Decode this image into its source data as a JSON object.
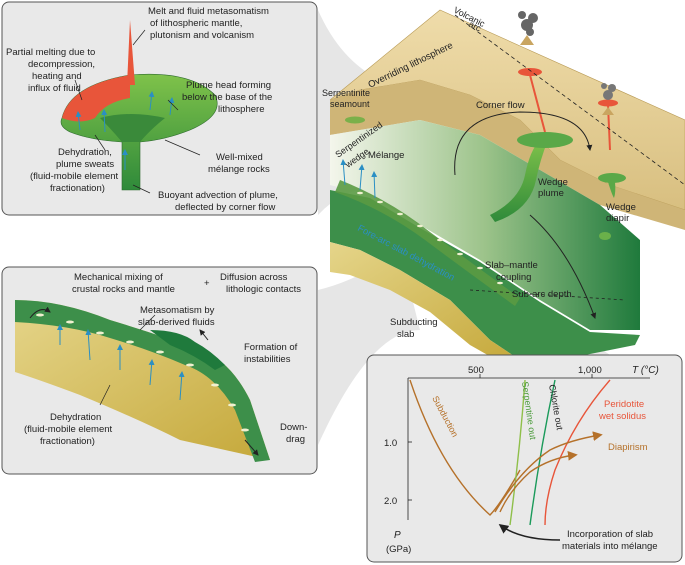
{
  "panel_top": {
    "melt_label": [
      "Melt and fluid metasomatism",
      "of lithospheric mantle,",
      "plutonism and volcanism"
    ],
    "partial_melting": [
      "Partial melting due to",
      "decompression,",
      "heating and",
      "influx of fluid"
    ],
    "plume_head": [
      "Plume head forming",
      "below the base of the",
      "lithosphere"
    ],
    "dehydration": [
      "Dehydration,",
      "plume sweats",
      "(fluid-mobile element",
      "fractionation)"
    ],
    "well_mixed": [
      "Well-mixed",
      "mélange rocks"
    ],
    "buoyant": [
      "Buoyant advection of plume,",
      "deflected by corner flow"
    ]
  },
  "panel_mid": {
    "mechanical": [
      "Mechanical mixing of",
      "crustal rocks and mantle"
    ],
    "plus": "+",
    "diffusion": [
      "Diffusion across",
      "lithologic contacts"
    ],
    "metasomatism": [
      "Metasomatism by",
      "slab-derived fluids"
    ],
    "instabilities": [
      "Formation of",
      "instabilities"
    ],
    "dehydration": [
      "Dehydration",
      "(fluid-mobile element",
      "fractionation)"
    ],
    "downdrag": [
      "Down-",
      "drag"
    ]
  },
  "main": {
    "volcanic_arc": [
      "Volcanic",
      "arc"
    ],
    "overriding": "Overriding lithosphere",
    "serpentinite_seamount": [
      "Serpentinite",
      "seamount"
    ],
    "serpentinized_wedge": [
      "Serpentinized",
      "wedge"
    ],
    "corner_flow": "Corner flow",
    "melange": "Mélange",
    "wedge_plume": [
      "Wedge",
      "plume"
    ],
    "wedge_diapir": [
      "Wedge",
      "diapir"
    ],
    "forearc": "Fore-arc slab dehydration",
    "coupling": [
      "Slab–mantle",
      "coupling"
    ],
    "subarc": "Sub-arc depth",
    "subducting": [
      "Subducting",
      "slab"
    ]
  },
  "chart_data": {
    "type": "line",
    "x_label": "T (°C)",
    "y_label": [
      "P",
      "(GPa)"
    ],
    "x_ticks": [
      "500",
      "1,000"
    ],
    "y_ticks": [
      "1.0",
      "2.0"
    ],
    "series": [
      {
        "name": "Subduction",
        "color": "#b5712a"
      },
      {
        "name": "Serpentine out",
        "color": "#8fbf4a"
      },
      {
        "name": "Chlorite out",
        "color": "#1a9a5a"
      },
      {
        "name": "Peridotite wet solidus",
        "color": "#e8553a"
      },
      {
        "name": "Diapirism",
        "color": "#b5712a"
      }
    ],
    "annotation": [
      "Incorporation of slab",
      "materials into mélange"
    ],
    "peridotite_lines": [
      "Peridotite",
      "wet solidus"
    ]
  }
}
